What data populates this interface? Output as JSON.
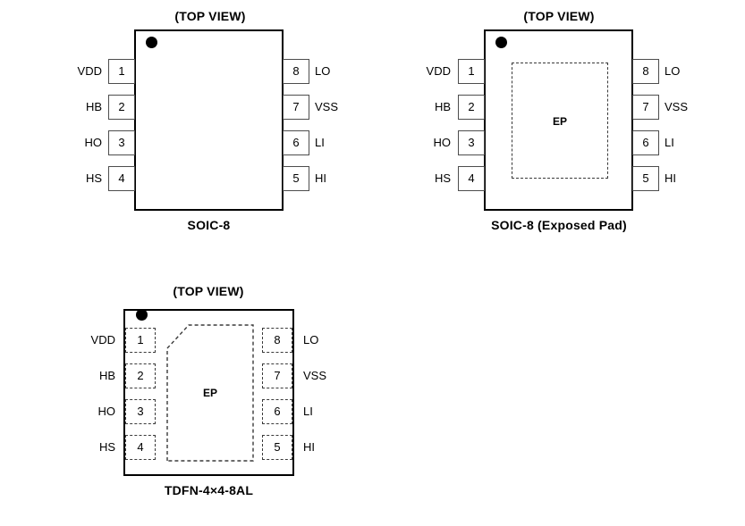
{
  "figure": {
    "type": "pin-configuration-diagram",
    "packages": [
      {
        "id": "soic8",
        "view_title": "(TOP VIEW)",
        "caption": "SOIC-8",
        "has_exposed_pad": false,
        "exposed_pad_label": "",
        "lead_style": "gull-wing",
        "pins_left": [
          {
            "number": "1",
            "name": "VDD"
          },
          {
            "number": "2",
            "name": "HB"
          },
          {
            "number": "3",
            "name": "HO"
          },
          {
            "number": "4",
            "name": "HS"
          }
        ],
        "pins_right": [
          {
            "number": "8",
            "name": "LO"
          },
          {
            "number": "7",
            "name": "VSS"
          },
          {
            "number": "6",
            "name": "LI"
          },
          {
            "number": "5",
            "name": "HI"
          }
        ]
      },
      {
        "id": "soic8-ep",
        "view_title": "(TOP VIEW)",
        "caption": "SOIC-8 (Exposed Pad)",
        "has_exposed_pad": true,
        "exposed_pad_label": "EP",
        "lead_style": "gull-wing",
        "pins_left": [
          {
            "number": "1",
            "name": "VDD"
          },
          {
            "number": "2",
            "name": "HB"
          },
          {
            "number": "3",
            "name": "HO"
          },
          {
            "number": "4",
            "name": "HS"
          }
        ],
        "pins_right": [
          {
            "number": "8",
            "name": "LO"
          },
          {
            "number": "7",
            "name": "VSS"
          },
          {
            "number": "6",
            "name": "LI"
          },
          {
            "number": "5",
            "name": "HI"
          }
        ]
      },
      {
        "id": "tdfn",
        "view_title": "(TOP VIEW)",
        "caption": "TDFN-4×4-8AL",
        "has_exposed_pad": true,
        "exposed_pad_label": "EP",
        "lead_style": "flat-pad",
        "pins_left": [
          {
            "number": "1",
            "name": "VDD"
          },
          {
            "number": "2",
            "name": "HB"
          },
          {
            "number": "3",
            "name": "HO"
          },
          {
            "number": "4",
            "name": "HS"
          }
        ],
        "pins_right": [
          {
            "number": "8",
            "name": "LO"
          },
          {
            "number": "7",
            "name": "VSS"
          },
          {
            "number": "6",
            "name": "LI"
          },
          {
            "number": "5",
            "name": "HI"
          }
        ]
      }
    ],
    "colors": {
      "outline": "#000000",
      "lead_outline": "#4d4d4d",
      "pad_outline": "#3a3a3a",
      "background": "#ffffff",
      "text": "#000000"
    }
  }
}
